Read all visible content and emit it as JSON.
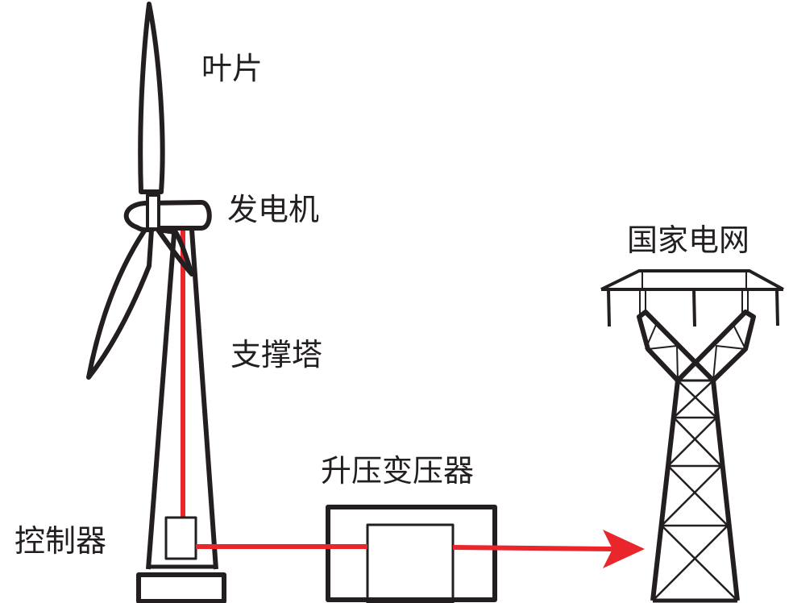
{
  "labels": {
    "blade": "叶片",
    "generator": "发电机",
    "tower": "支撑塔",
    "transformer": "升压变压器",
    "controller": "控制器",
    "grid": "国家电网"
  },
  "colors": {
    "line": "#231f20",
    "power": "#e8262b"
  }
}
